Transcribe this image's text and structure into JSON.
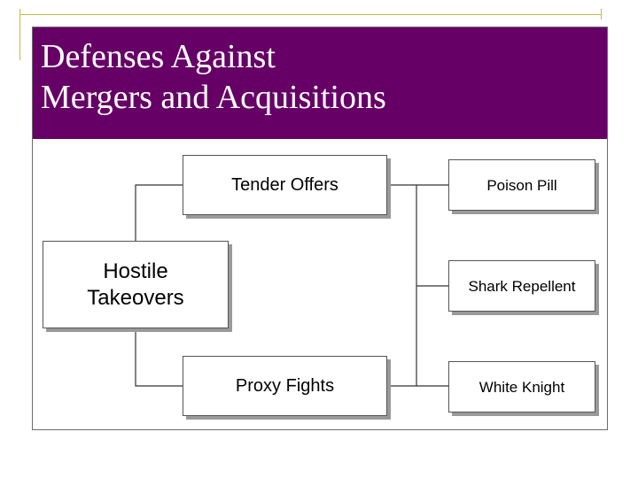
{
  "title": {
    "line1": "Defenses Against",
    "line2": "Mergers and Acquisitions"
  },
  "diagram": {
    "root": "Hostile Takeovers",
    "root_lines": [
      "Hostile",
      "Takeovers"
    ],
    "methods": [
      "Tender Offers",
      "Proxy Fights"
    ],
    "defenses": [
      "Poison Pill",
      "Shark Repellent",
      "White Knight"
    ]
  },
  "colors": {
    "title_background": "#660066",
    "title_text": "#ffffff",
    "accent_lines": "#c8b84a"
  }
}
